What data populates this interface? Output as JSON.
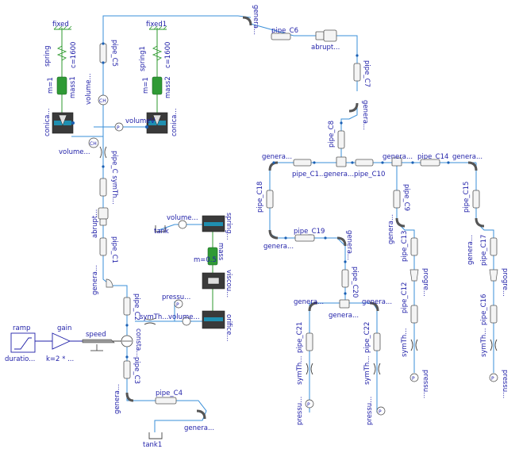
{
  "labels": {
    "fixed": "fixed",
    "fixed1": "fixed1",
    "spring": "spring",
    "spring1": "spring1",
    "c_value": "c=1600",
    "c_value1": "c=1600",
    "mass1": "mass1",
    "mass2": "mass2",
    "m1": "m=1",
    "m2": "m=1",
    "conical1": "conica...",
    "conical2": "conica...",
    "pipe_C5": "pipe_C5",
    "volume_top": "volume...",
    "volumeV": "volumeV",
    "volume_left": "volume...",
    "symTh1": "pipe_C symTh...",
    "abrupt_left": "abrupt...",
    "pipe_C1": "pipe_C1",
    "genera_1": "genera...",
    "pipe_C2": "pipe_C2",
    "ramp": "ramp",
    "duration": "duratio...",
    "gain": "gain",
    "k_value": "k=2 * ...",
    "speed": "speed",
    "consta": "consta...",
    "pipe_C3": "pipe_C3",
    "genera_2": "genera...",
    "pipe_C4": "pipe_C4",
    "genera_3": "genera...",
    "tank1": "tank1",
    "tank": "tank",
    "volume_mid": "volume...",
    "spring_mid": "spring...",
    "mass_mid": "mass",
    "m05": "m=0.5",
    "viscou": "viscou...",
    "pressu_mid": "pressu...",
    "symTh_mid": "symTh...",
    "volume_mid2": "volume...",
    "orifice": "orifice...",
    "genera_top": "genera...",
    "pipe_C6": "pipe_C6",
    "abrupt_top": "abrupt...",
    "pipe_C7": "pipe_C7",
    "genera_c7": "genera...",
    "pipe_C8": "pipe_C8",
    "genera_l": "genera...",
    "pipe_C1x": "pipe_C1...",
    "genera_m": "genera...",
    "pipe_C10": "pipe_C10",
    "genera_r": "genera...",
    "pipe_C14": "pipe_C14",
    "genera_rr": "genera...",
    "pipe_C18": "pipe_C18",
    "genera_c18": "genera...",
    "pipe_C19": "pipe_C19",
    "genera_c19": "genera...",
    "pipe_C20": "pipe_C20",
    "genera_b1": "genera...",
    "genera_b2": "genera...",
    "genera_b3": "genera...",
    "pipe_C21": "pipe_C21",
    "symTh_21": "symTh...",
    "pressu_21": "pressu...",
    "pipe_C22": "pipe_C22",
    "symTh_22": "symTh...",
    "pressu_22": "pressu...",
    "pipe_C9": "pipe_C9",
    "genera_c9": "genera...",
    "pipe_C13": "pipe_C13",
    "progre_1": "progre...",
    "pipe_C12": "pipe_C12",
    "symTh_12": "symTh...",
    "pressu_12": "pressu...",
    "pipe_C15": "pipe_C15",
    "genera_c15": "genera...",
    "pipe_C17": "pipe_C17",
    "progre_2": "progre...",
    "pipe_C16": "pipe_C16",
    "symTh_16": "symTh...",
    "pressu_16": "pressu..."
  },
  "colors": {
    "label": "#1f1fa8",
    "fluid_wire": "#3a8fd8",
    "mech_wire": "#2e9a2e",
    "port": "#1a5fb4",
    "valve_teal": "#1f8fb0",
    "mass_green": "#2f9a35"
  },
  "icons": {
    "pressure_sensor": "P",
    "volume_sensor": "CH",
    "speed_sensor": "speed-icon"
  }
}
